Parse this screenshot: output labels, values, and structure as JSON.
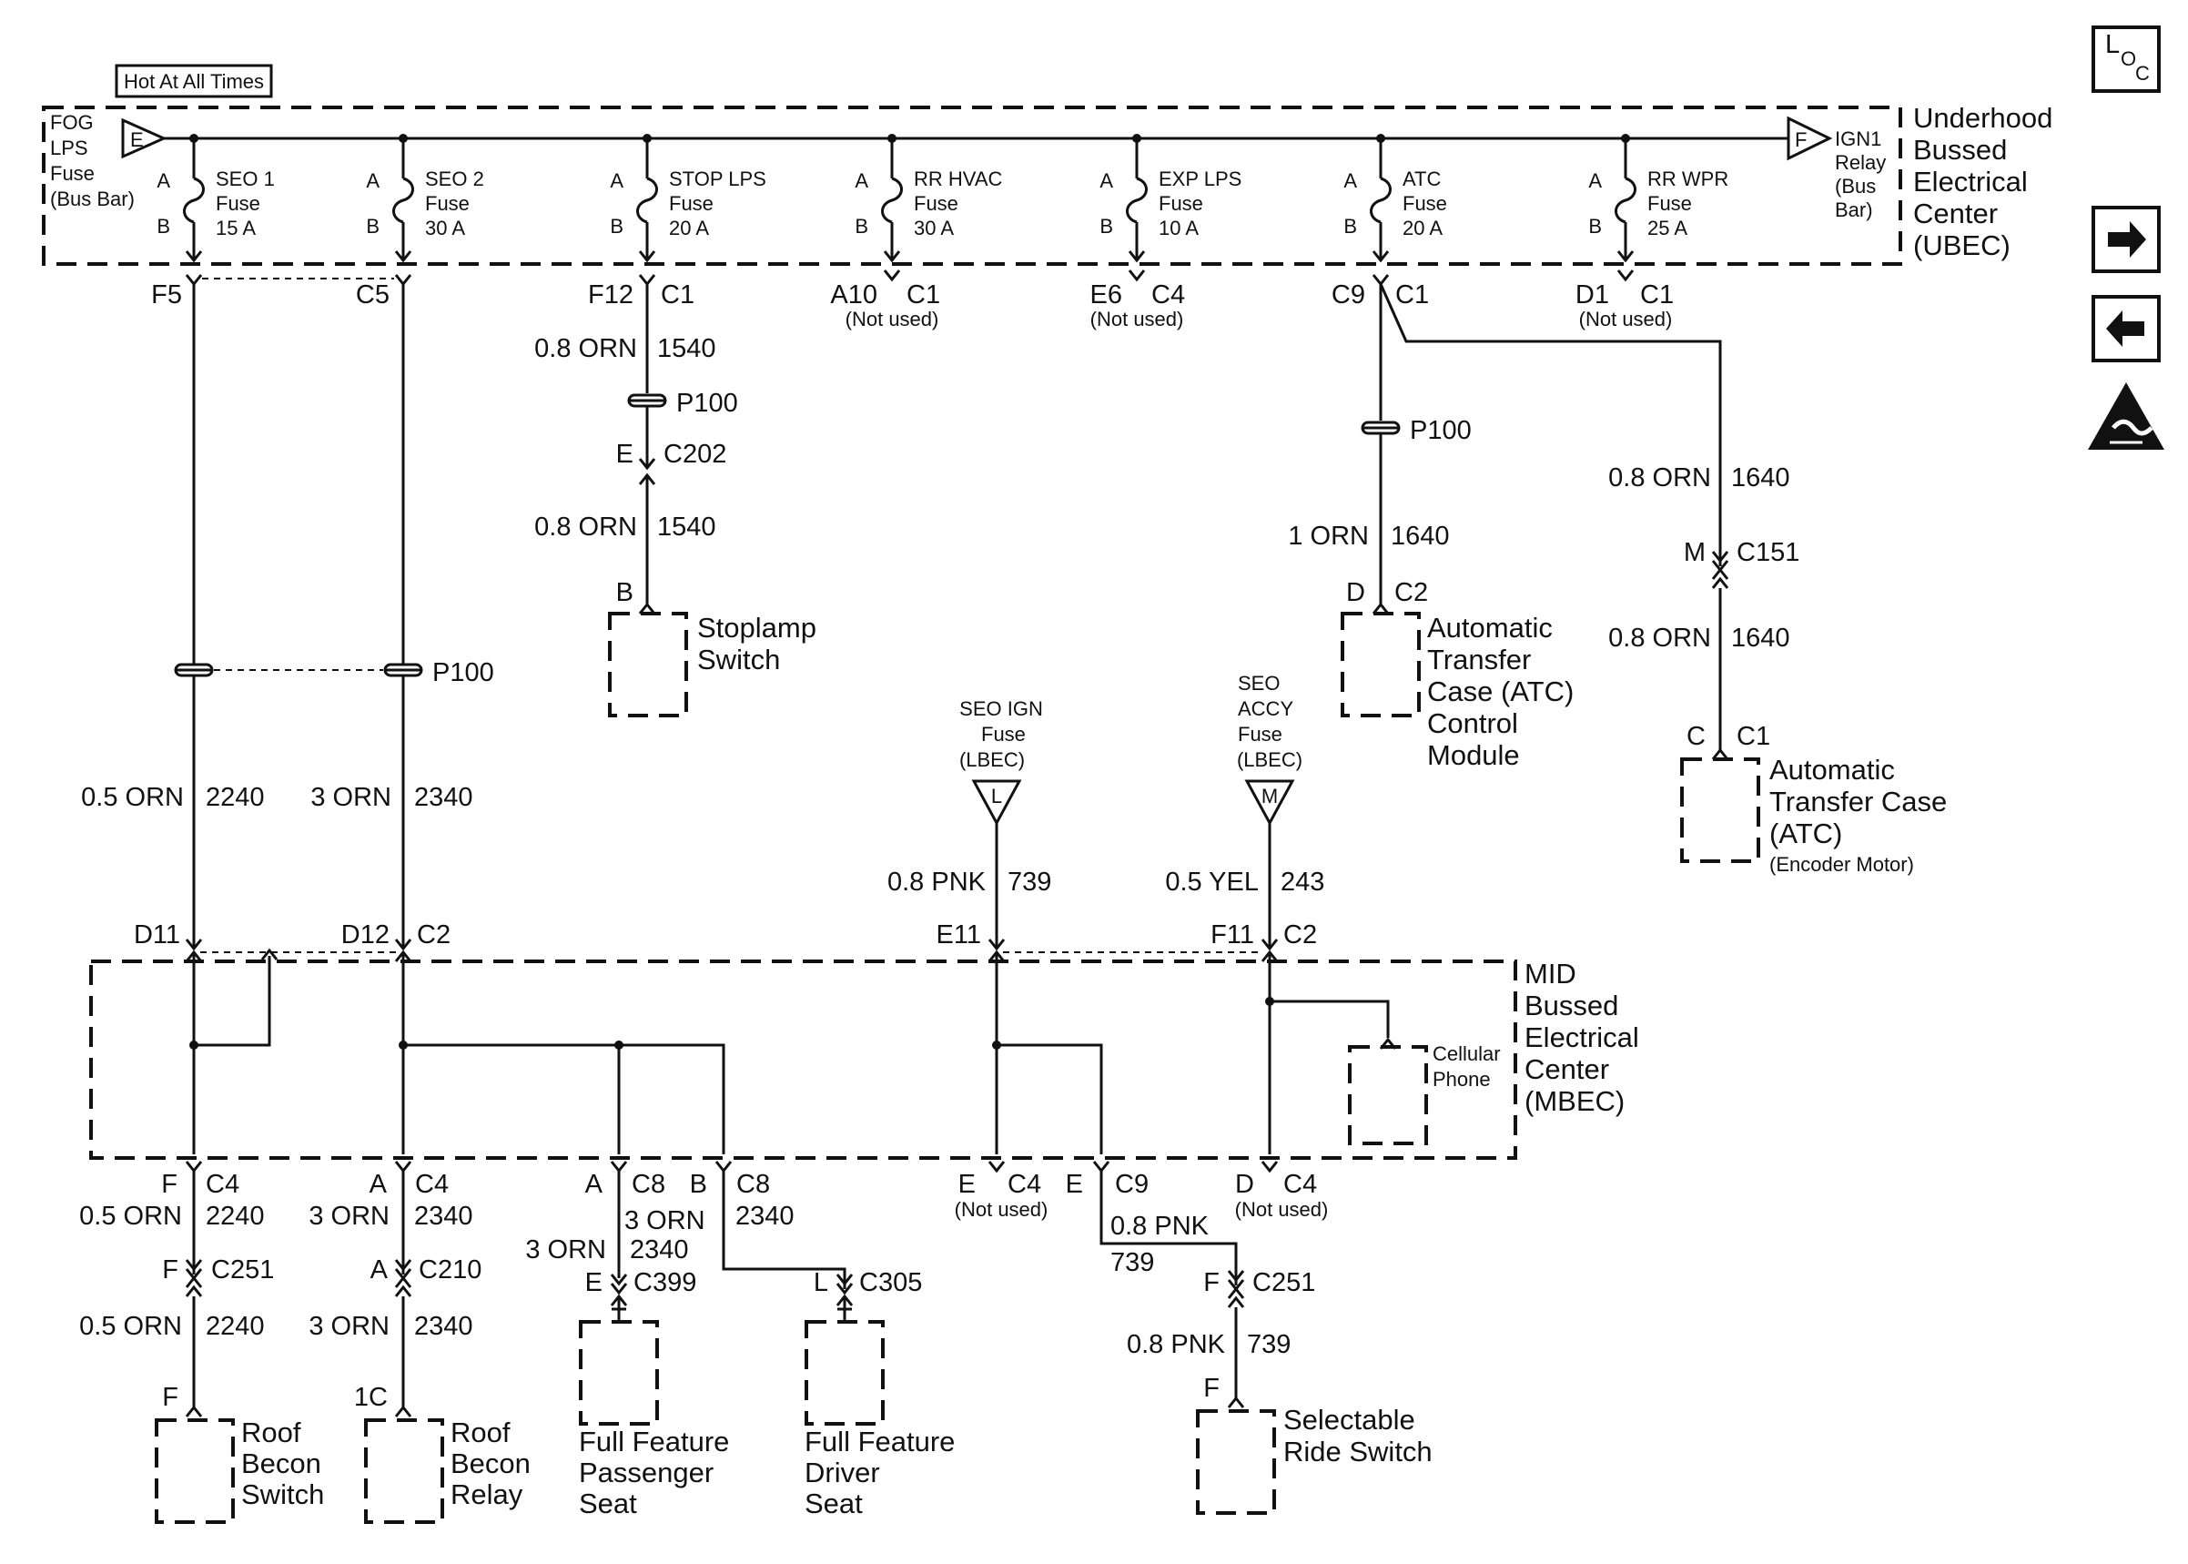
{
  "hot_label": "Hot At All Times",
  "ubec": {
    "l1": "Underhood",
    "l2": "Bussed",
    "l3": "Electrical",
    "l4": "Center",
    "l5": "(UBEC)"
  },
  "mbec": {
    "l1": "MID",
    "l2": "Bussed",
    "l3": "Electrical",
    "l4": "Center",
    "l5": "(MBEC)"
  },
  "fog": {
    "l1": "FOG",
    "l2": "LPS",
    "l3": "Fuse",
    "l4": "(Bus Bar)",
    "tag": "E"
  },
  "ign": {
    "l1": "IGN1",
    "l2": "Relay",
    "l3": "(Bus",
    "l4": "Bar)",
    "tag": "F"
  },
  "fuse_a": "A",
  "fuse_b": "B",
  "fuses": [
    {
      "name": "SEO 1",
      "type": "Fuse",
      "rating": "15 A"
    },
    {
      "name": "SEO 2",
      "type": "Fuse",
      "rating": "30 A"
    },
    {
      "name": "STOP LPS",
      "type": "Fuse",
      "rating": "20 A"
    },
    {
      "name": "RR HVAC",
      "type": "Fuse",
      "rating": "30 A"
    },
    {
      "name": "EXP LPS",
      "type": "Fuse",
      "rating": "10 A"
    },
    {
      "name": "ATC",
      "type": "Fuse",
      "rating": "20 A"
    },
    {
      "name": "RR WPR",
      "type": "Fuse",
      "rating": "25 A"
    }
  ],
  "ubec_pins": {
    "f5": "F5",
    "c5": "C5",
    "f12": "F12",
    "c1a": "C1",
    "a10": "A10",
    "c1b": "C1",
    "e6": "E6",
    "c4a": "C4",
    "c9": "C9",
    "c1c": "C1",
    "d1": "D1",
    "c1d": "C1",
    "not_used": "(Not used)"
  },
  "stop": {
    "w1": "0.8 ORN",
    "c1": "1540",
    "p100": "P100",
    "e": "E",
    "c202": "C202",
    "w2": "0.8 ORN",
    "c2": "1540",
    "b": "B",
    "l1": "Stoplamp",
    "l2": "Switch"
  },
  "atc": {
    "p100": "P100",
    "w1": "1 ORN",
    "c1": "1640",
    "d": "D",
    "c2": "C2",
    "l1": "Automatic",
    "l2": "Transfer",
    "l3": "Case (ATC)",
    "l4": "Control",
    "l5": "Module"
  },
  "enc": {
    "w1": "0.8 ORN",
    "c1": "1640",
    "m": "M",
    "c151": "C151",
    "w2": "0.8 ORN",
    "c2": "1640",
    "c": "C",
    "c1p": "C1",
    "l1": "Automatic",
    "l2": "Transfer Case",
    "l3": "(ATC)",
    "l4": "(Encoder Motor)"
  },
  "p100_left": "P100",
  "mid_wires": {
    "w1": "0.5 ORN",
    "c1": "2240",
    "w2": "3 ORN",
    "c2": "2340",
    "w3": "0.8 PNK",
    "c3": "739",
    "w4": "0.5 YEL",
    "c4": "243"
  },
  "lbec": {
    "a1": "SEO IGN",
    "a2": "Fuse",
    "a3": "(LBEC)",
    "atag": "L",
    "b1": "SEO",
    "b2": "ACCY",
    "b3": "Fuse",
    "b4": "(LBEC)",
    "btag": "M"
  },
  "mbec_top": {
    "d11": "D11",
    "d12": "D12",
    "c2a": "C2",
    "e11": "E11",
    "f11": "F11",
    "c2b": "C2"
  },
  "cell": {
    "l1": "Cellular",
    "l2": "Phone"
  },
  "mbec_bot": {
    "f": "F",
    "c4a": "C4",
    "a": "A",
    "c4b": "C4",
    "a2": "A",
    "c8a": "C8",
    "b": "B",
    "c8b": "C8",
    "e": "E",
    "c4c": "C4",
    "e2": "E",
    "c9": "C9",
    "d": "D",
    "c4d": "C4",
    "not_used": "(Not used)"
  },
  "roof_sw": {
    "w1": "0.5 ORN",
    "c1": "2240",
    "f1": "F",
    "c251": "C251",
    "w2": "0.5 ORN",
    "c2": "2240",
    "f2": "F",
    "l1": "Roof",
    "l2": "Becon",
    "l3": "Switch"
  },
  "roof_rel": {
    "w1": "3 ORN",
    "c1": "2340",
    "a": "A",
    "c210": "C210",
    "w2": "3 ORN",
    "c2": "2340",
    "p": "1C",
    "l1": "Roof",
    "l2": "Becon",
    "l3": "Relay"
  },
  "pass": {
    "w1": "3 ORN",
    "c1": "2340",
    "w2": "3 ORN",
    "c2": "2340",
    "e": "E",
    "c399": "C399",
    "l1": "Full Feature",
    "l2": "Passenger",
    "l3": "Seat"
  },
  "drv": {
    "c1": "2340",
    "l": "L",
    "c305": "C305",
    "l1": "Full Feature",
    "l2": "Driver",
    "l3": "Seat"
  },
  "ride": {
    "w1": "0.8 PNK",
    "c1": "739",
    "f": "F",
    "c251": "C251",
    "w2": "0.8 PNK",
    "c2": "739",
    "f2": "F",
    "l1": "Selectable",
    "l2": "Ride Switch"
  },
  "loc": {
    "a": "L",
    "b": "O",
    "c": "C"
  },
  "nav": {
    "next": "next-page",
    "prev": "previous-page",
    "esd": "esd-sensitive"
  }
}
